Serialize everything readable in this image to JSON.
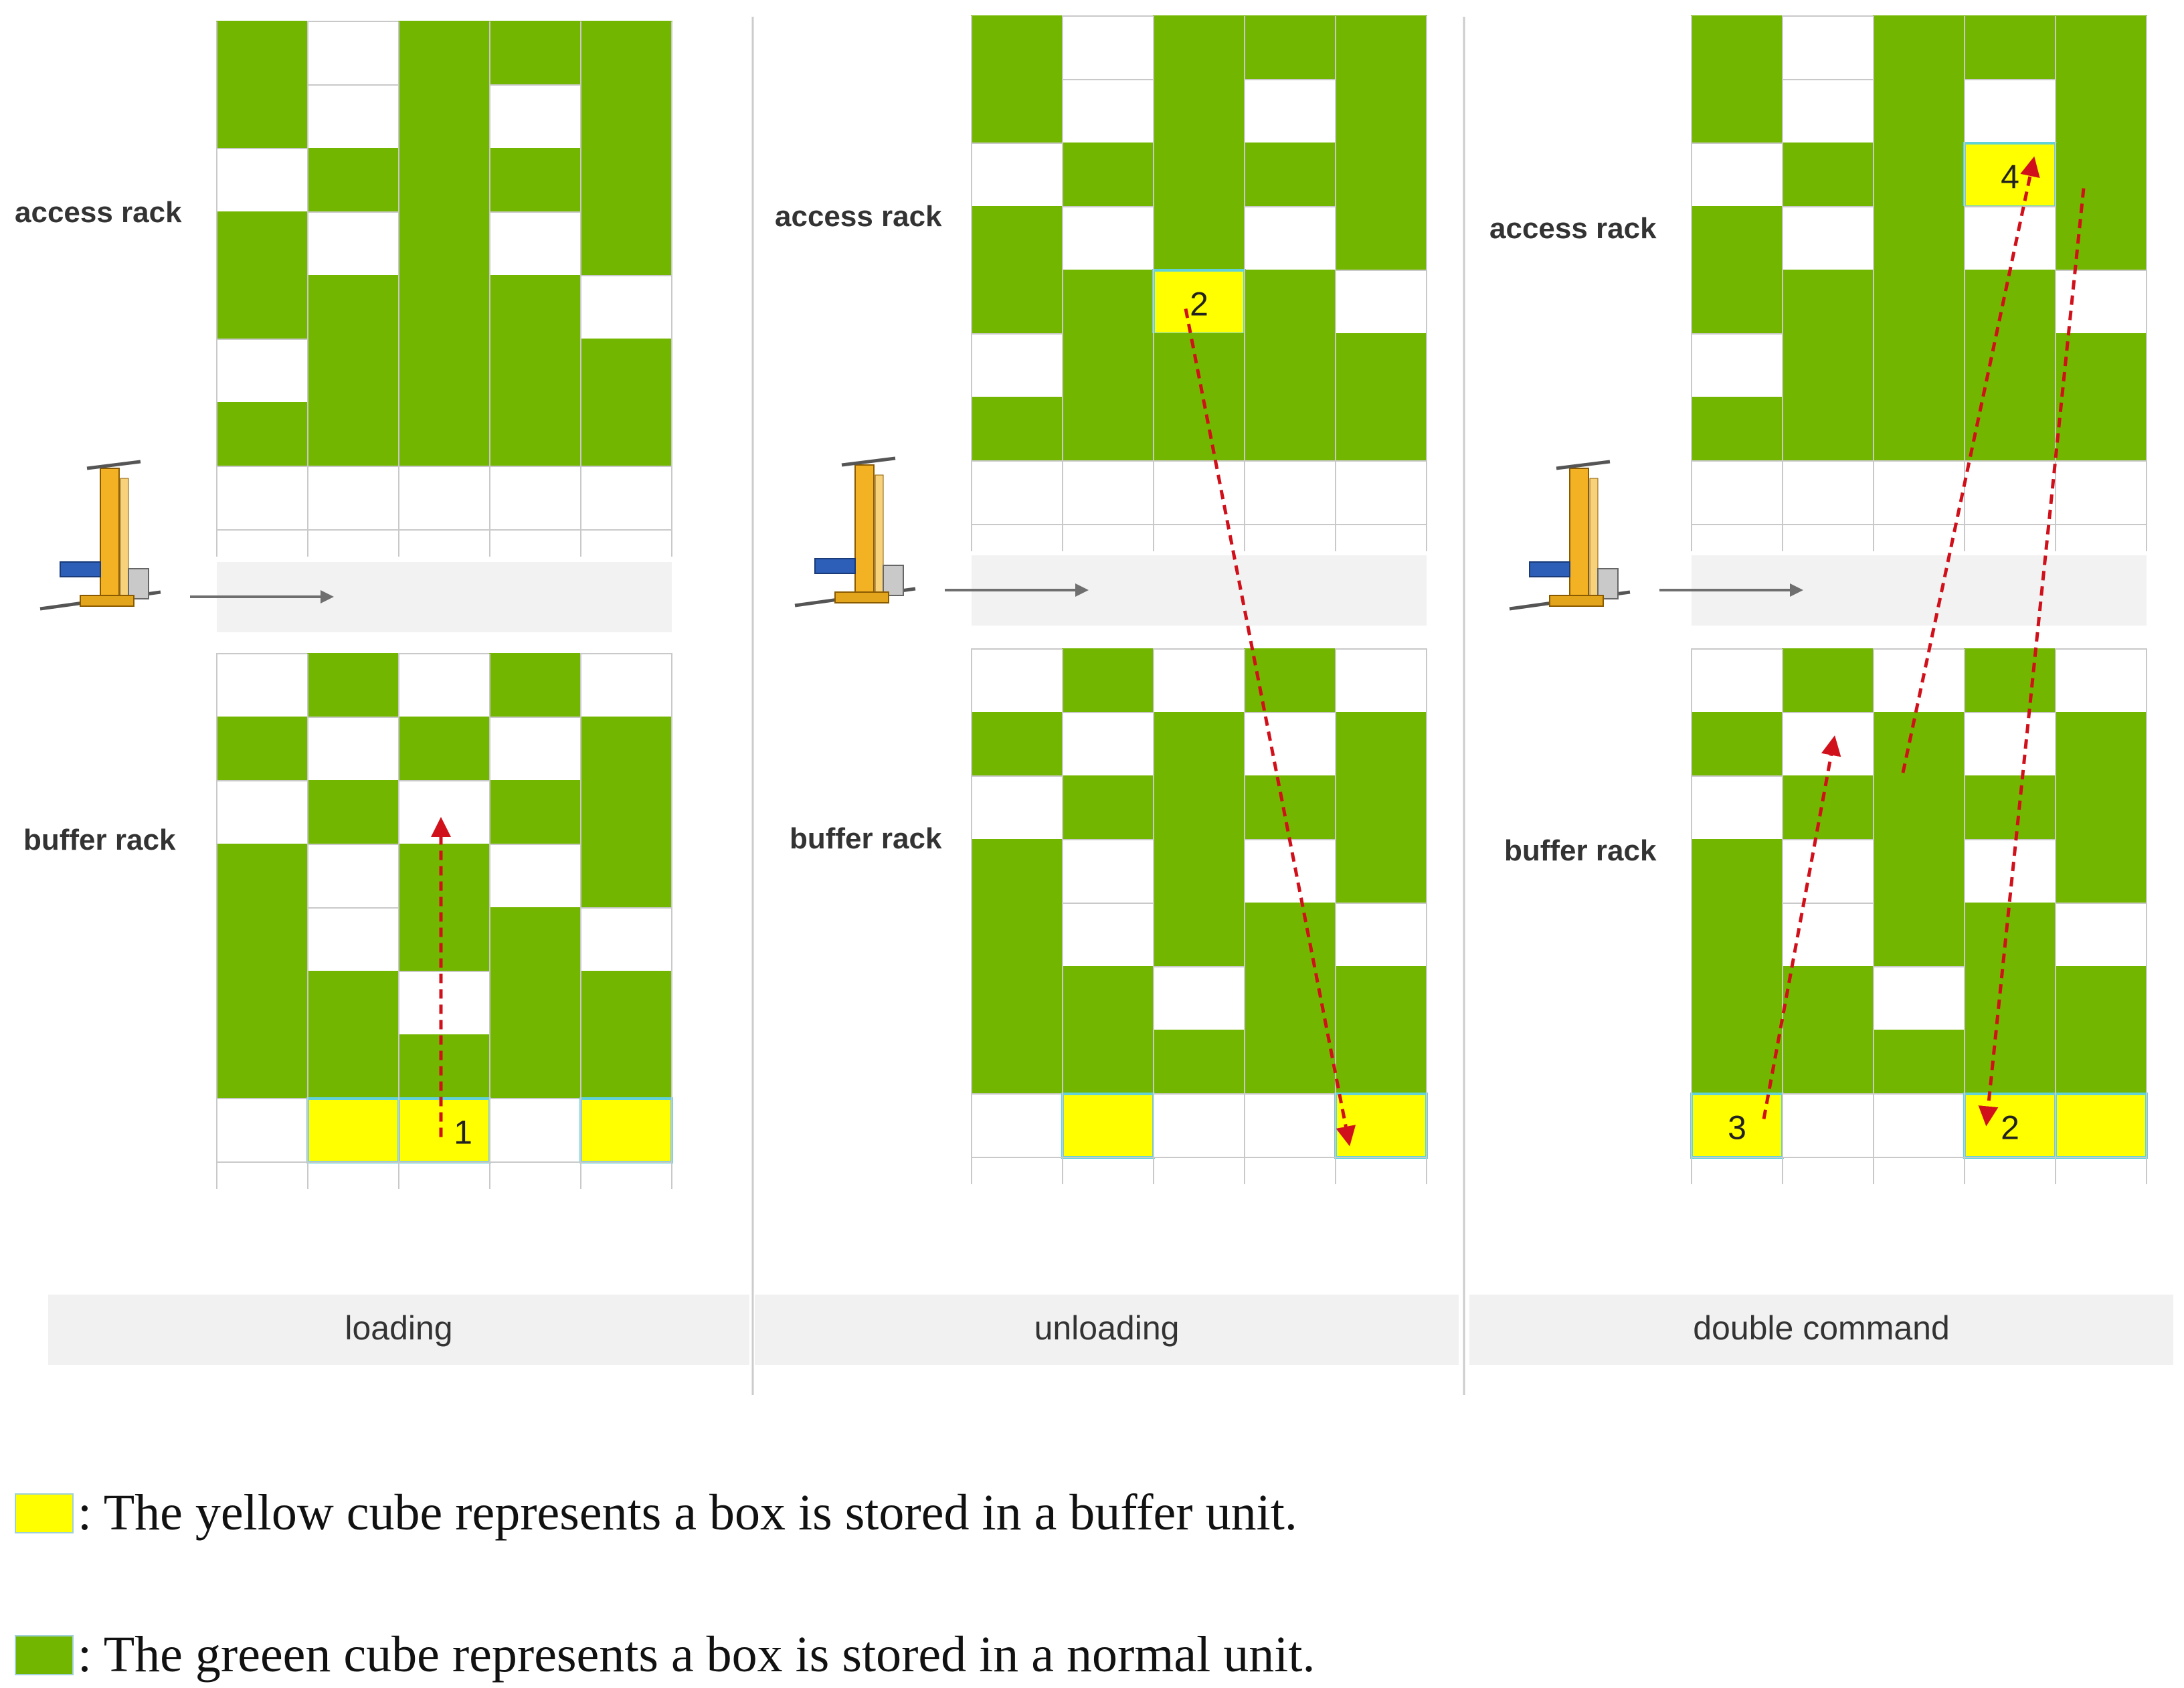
{
  "colors": {
    "green": "#73b600",
    "yellow": "#ffff00",
    "yellow_border": "#62d2d8",
    "grid_line": "#c9c9c9",
    "aisle": "#f2f2f2",
    "arrow": "#d0101a",
    "crane_arrow": "#6f6f6f",
    "label_bar": "#f1f1f1",
    "text": "#333333"
  },
  "panels": [
    {
      "caption": "loading",
      "access_label": "access rack",
      "buffer_label": "buffer rack",
      "access_grid": [
        "GWGGG",
        "GWGWG",
        "WGGGG",
        "GWGWG",
        "GGGGW",
        "WGGGG",
        "GGGGG",
        "WWWWW"
      ],
      "buffer_grid": [
        "WGWGW",
        "GWGWG",
        "WGWGG",
        "GWGWG",
        "GWGGW",
        "GGWGG",
        "GGGGG",
        "WYYWY"
      ],
      "markers": [
        {
          "text": "1",
          "rack": "buffer",
          "row": 7,
          "col": 2
        }
      ]
    },
    {
      "caption": "unloading",
      "access_label": "access rack",
      "buffer_label": "buffer rack",
      "access_grid": [
        "GWGGG",
        "GWGWG",
        "WGGGG",
        "GWGWG",
        "GGYGW",
        "WGGGG",
        "GGGGG",
        "WWWWW"
      ],
      "buffer_grid": [
        "WGWGW",
        "GWGWG",
        "WGGGG",
        "GWGWG",
        "GWGGW",
        "GGWGG",
        "GGGGG",
        "WYWWY"
      ],
      "markers": [
        {
          "text": "2",
          "rack": "access",
          "row": 4,
          "col": 2
        }
      ]
    },
    {
      "caption": "double command",
      "access_label": "access rack",
      "buffer_label": "buffer rack",
      "access_grid": [
        "GWGGG",
        "GWGWG",
        "WGGYG",
        "GWGWG",
        "GGGGW",
        "WGGGG",
        "GGGGG",
        "WWWWW"
      ],
      "buffer_grid": [
        "WGWGW",
        "GWGWG",
        "WGGGG",
        "GWGWG",
        "GWGGW",
        "GGWGG",
        "GGGGG",
        "YWWYY"
      ],
      "markers": [
        {
          "text": "4",
          "rack": "access",
          "row": 2,
          "col": 3
        },
        {
          "text": "3",
          "rack": "buffer",
          "row": 7,
          "col": 0
        },
        {
          "text": "2",
          "rack": "buffer",
          "row": 7,
          "col": 3
        }
      ]
    }
  ],
  "legend": [
    {
      "swatch": "yellow",
      "text": ": The yellow cube represents a box is stored in a buffer unit."
    },
    {
      "swatch": "green",
      "text": ": The greeen cube represents a box is stored in a normal unit."
    }
  ]
}
